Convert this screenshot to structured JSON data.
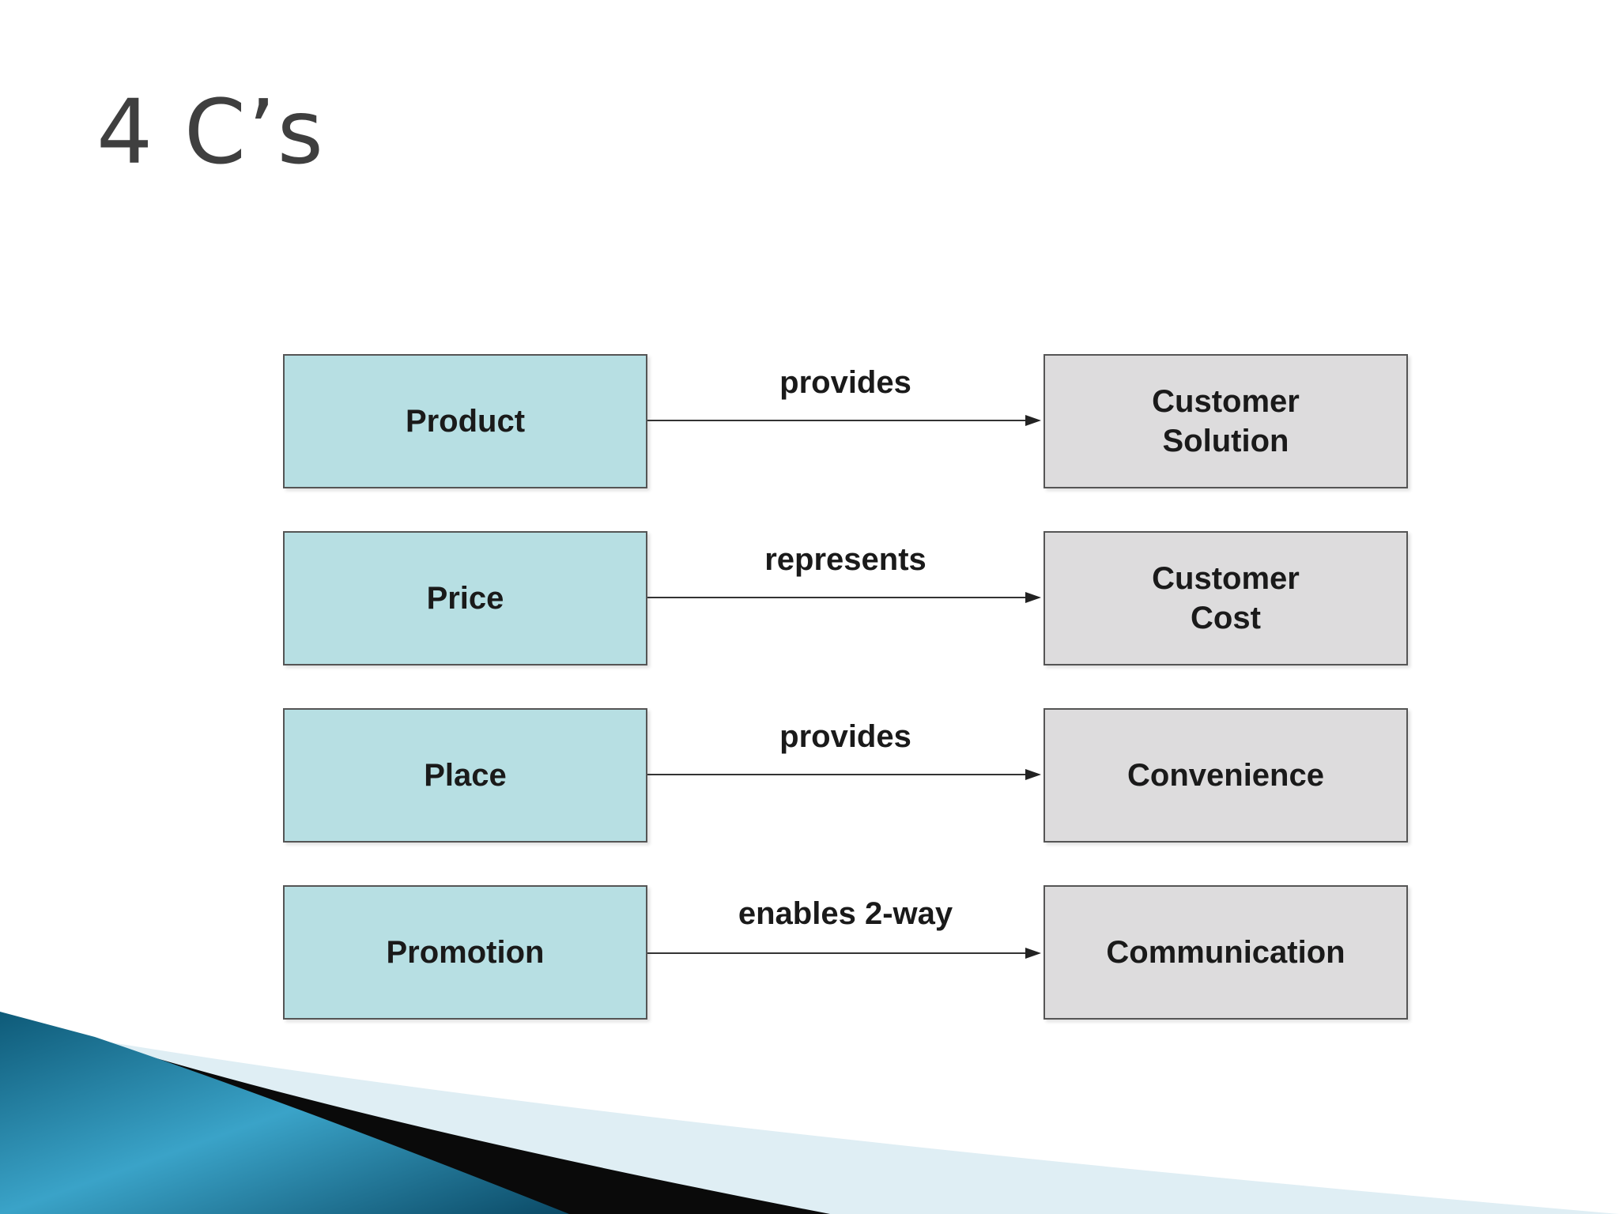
{
  "slide": {
    "title": "4 C’s"
  },
  "diagram": {
    "left_color": "#b7dfe3",
    "right_color": "#dddcdd",
    "rows": [
      {
        "from": "Product",
        "relation": "provides",
        "to": "Customer\nSolution"
      },
      {
        "from": "Price",
        "relation": "represents",
        "to": "Customer\nCost"
      },
      {
        "from": "Place",
        "relation": "provides",
        "to": "Convenience"
      },
      {
        "from": "Promotion",
        "relation": "enables 2-way",
        "to": "Communication"
      }
    ]
  }
}
